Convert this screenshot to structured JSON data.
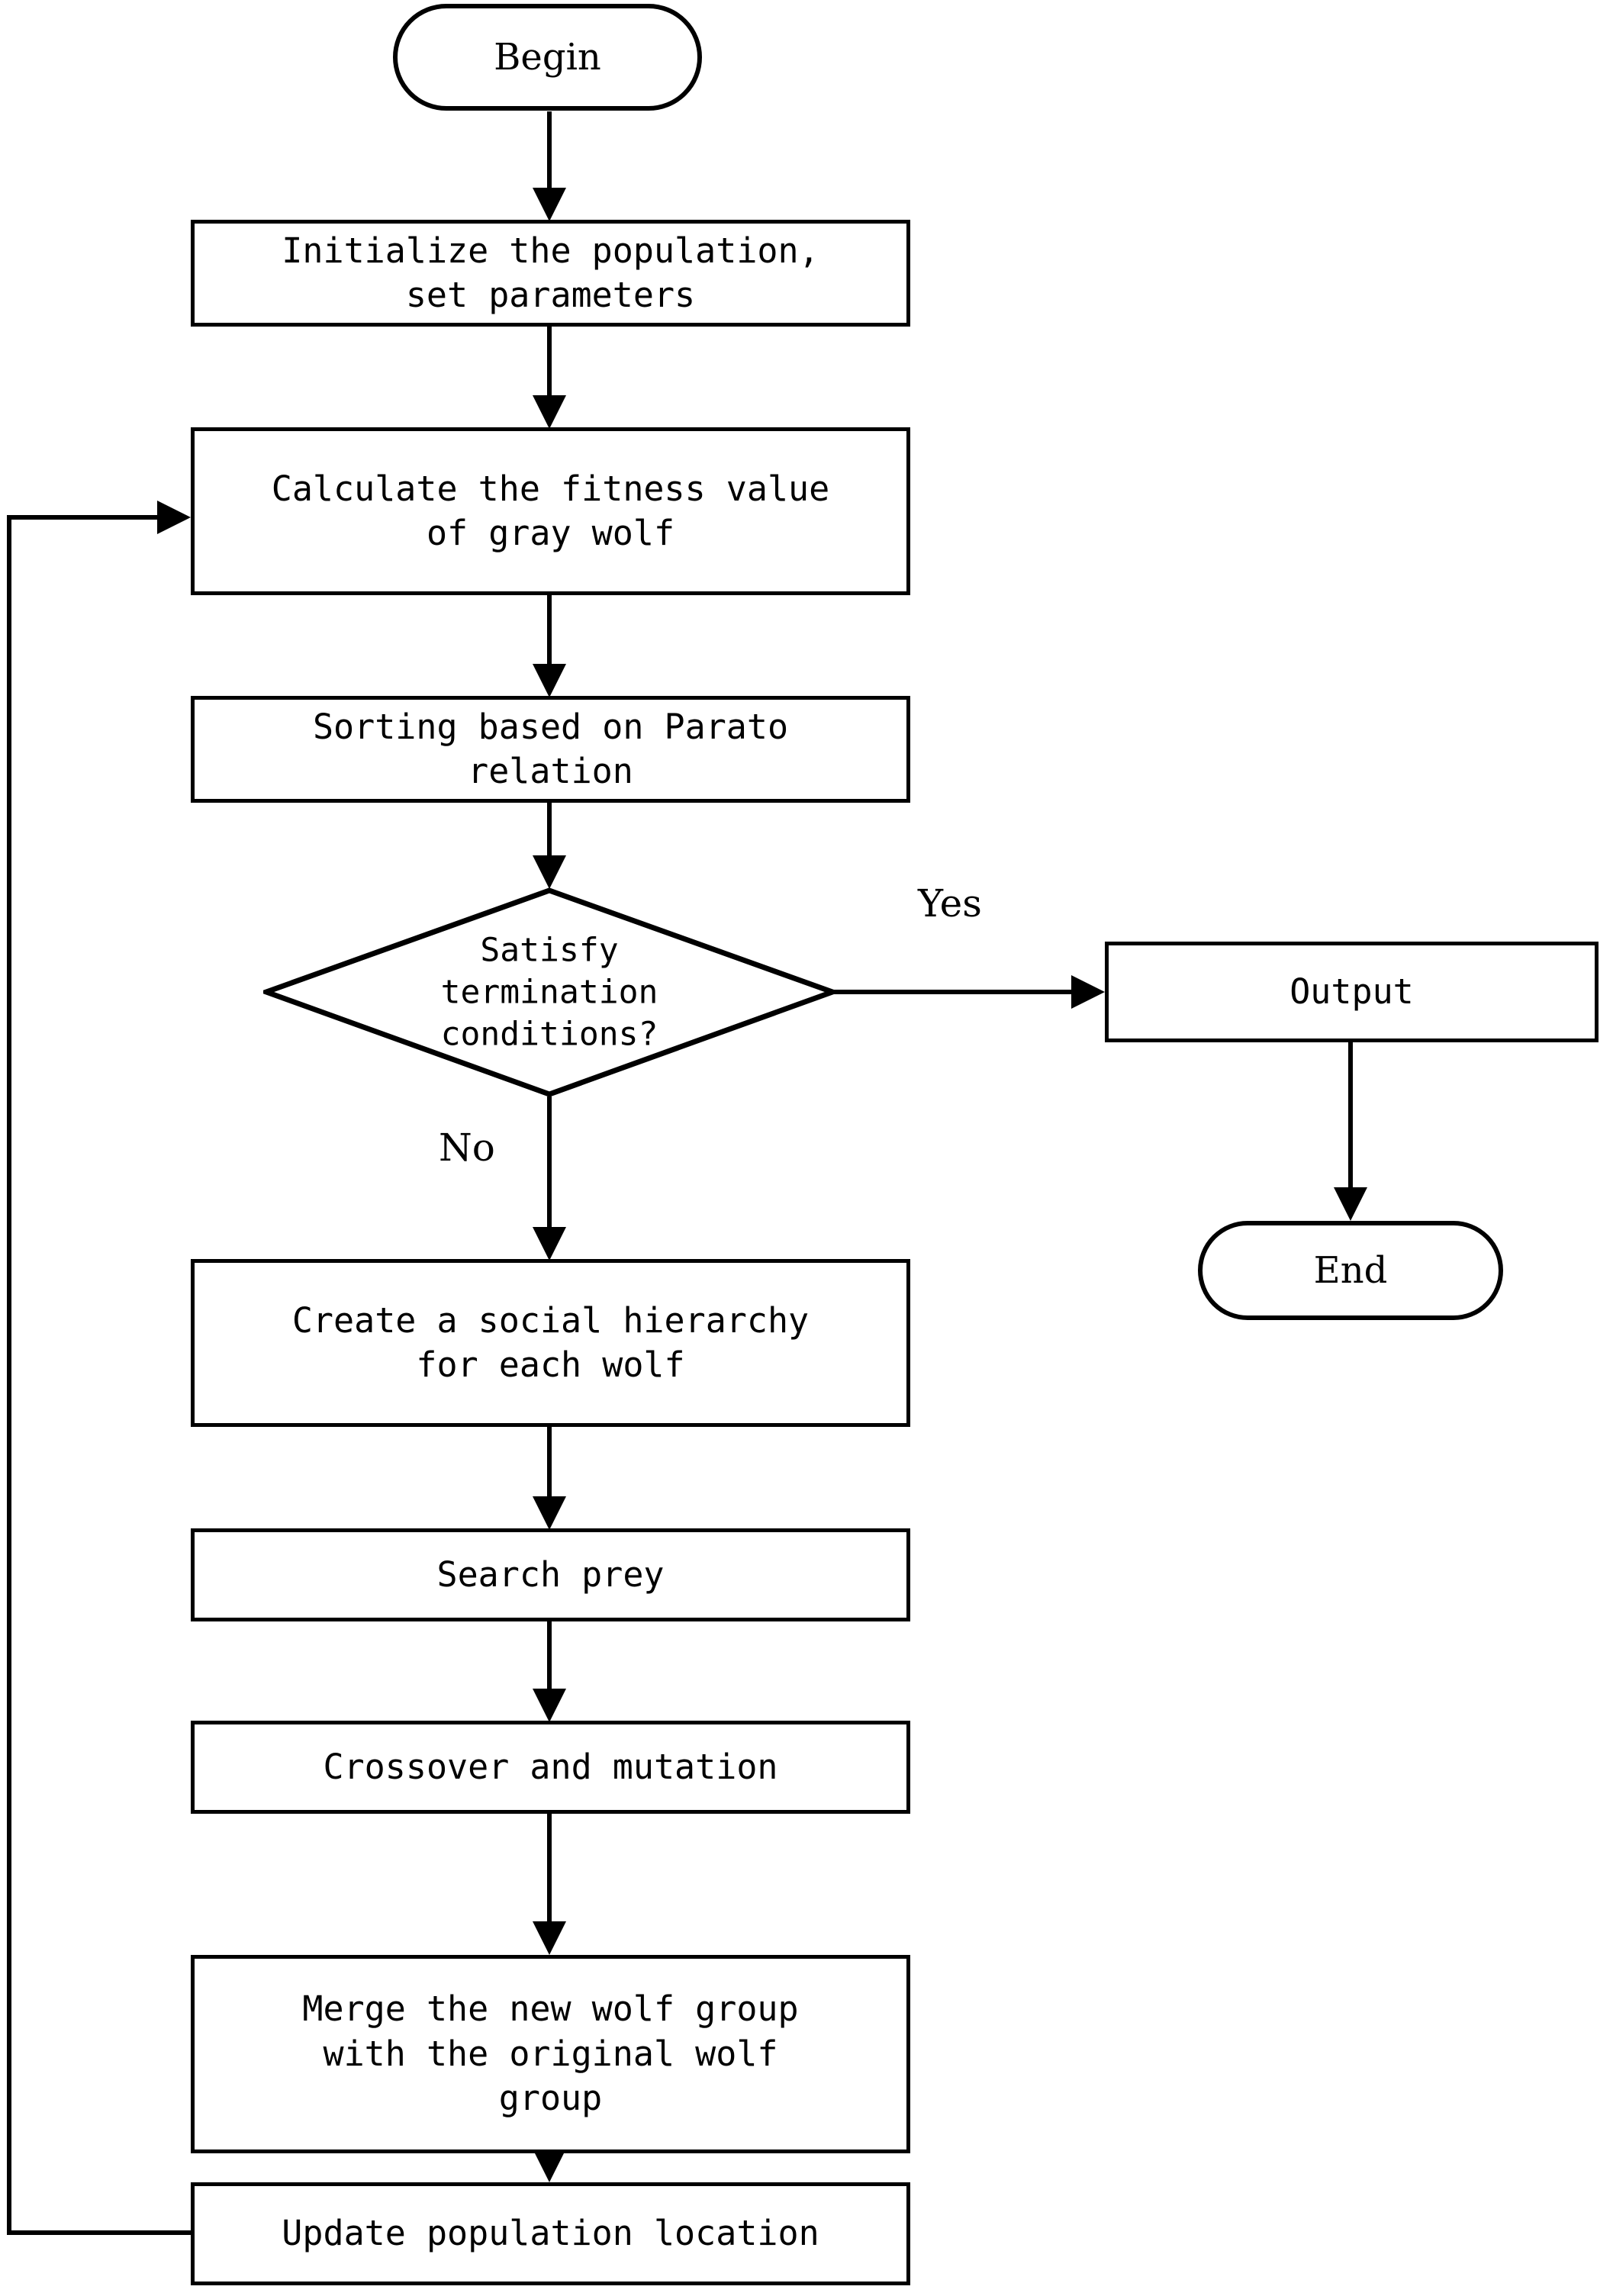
{
  "diagram": {
    "title": "Multi-objective gray wolf optimization algorithm flowchart",
    "type": "flowchart",
    "stroke_color": "#000000",
    "fill_color": "#ffffff",
    "background": "#ffffff"
  },
  "nodes": {
    "begin": {
      "label": "Begin",
      "shape": "terminator"
    },
    "initialize": {
      "label": "Initialize the population,\nset parameters",
      "shape": "process"
    },
    "calculate_fitness": {
      "label": "Calculate the fitness value\nof gray wolf",
      "shape": "process"
    },
    "sorting": {
      "label": "Sorting based on Parato\nrelation",
      "shape": "process"
    },
    "decision": {
      "label": "Satisfy\ntermination\nconditions?",
      "shape": "decision"
    },
    "output": {
      "label": "Output",
      "shape": "process"
    },
    "end": {
      "label": "End",
      "shape": "terminator"
    },
    "social_hierarchy": {
      "label": "Create a social hierarchy\nfor each wolf",
      "shape": "process"
    },
    "search_prey": {
      "label": "Search prey",
      "shape": "process"
    },
    "crossover": {
      "label": "Crossover and mutation",
      "shape": "process"
    },
    "merge": {
      "label": "Merge the new wolf group\nwith the original wolf\ngroup",
      "shape": "process"
    },
    "update": {
      "label": "Update population location",
      "shape": "process"
    }
  },
  "edge_labels": {
    "yes": "Yes",
    "no": "No"
  },
  "edges": [
    {
      "from": "begin",
      "to": "initialize",
      "label": ""
    },
    {
      "from": "initialize",
      "to": "calculate_fitness",
      "label": ""
    },
    {
      "from": "calculate_fitness",
      "to": "sorting",
      "label": ""
    },
    {
      "from": "sorting",
      "to": "decision",
      "label": ""
    },
    {
      "from": "decision",
      "to": "output",
      "label": "Yes"
    },
    {
      "from": "decision",
      "to": "social_hierarchy",
      "label": "No"
    },
    {
      "from": "output",
      "to": "end",
      "label": ""
    },
    {
      "from": "social_hierarchy",
      "to": "search_prey",
      "label": ""
    },
    {
      "from": "search_prey",
      "to": "crossover",
      "label": ""
    },
    {
      "from": "crossover",
      "to": "merge",
      "label": ""
    },
    {
      "from": "merge",
      "to": "update",
      "label": ""
    },
    {
      "from": "update",
      "to": "calculate_fitness",
      "label": ""
    }
  ]
}
